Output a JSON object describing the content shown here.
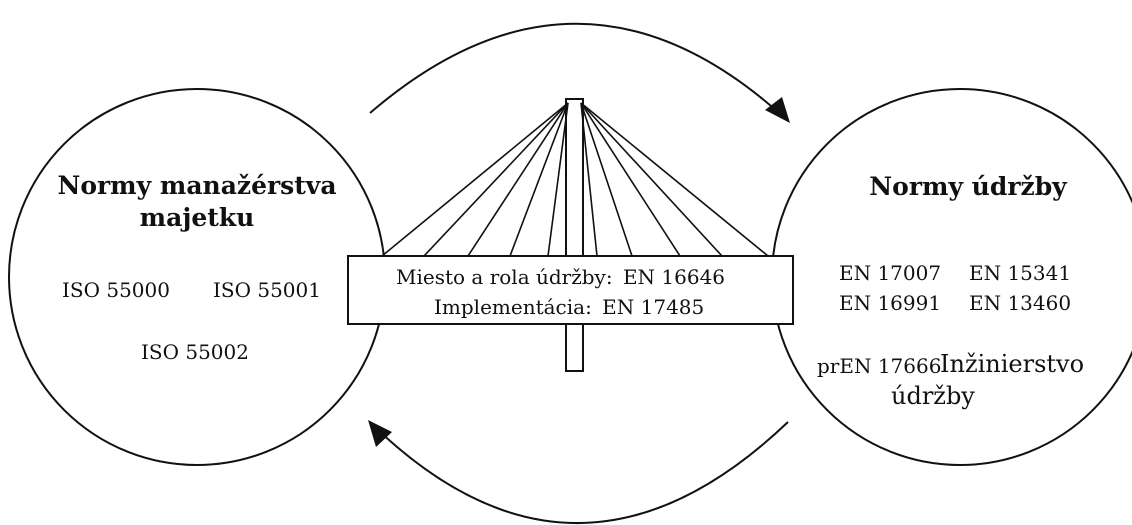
{
  "left_circle": {
    "title_line1": "Normy manažérstva",
    "title_line2": "majetku",
    "norm_a": "ISO 55000",
    "norm_b": "ISO 55001",
    "norm_c": "ISO 55002"
  },
  "right_circle": {
    "title": "Normy údržby",
    "norm_a": "EN 17007",
    "norm_b": "EN 15341",
    "norm_c": "EN 16991",
    "norm_d": "EN 13460",
    "pr_code": "prEN 17666",
    "pr_label_line1": "Inžinierstvo",
    "pr_label_line2": "údržby"
  },
  "bridge_deck": {
    "line1_label": "Miesto a rola údržby:",
    "line1_norm": "EN 16646",
    "line2_label": "Implementácia:",
    "line2_norm": "EN 17485"
  },
  "colors": {
    "stroke": "#111111",
    "background": "#ffffff"
  },
  "icons": {
    "top_arrow": "arrow-clockwise-icon",
    "bottom_arrow": "arrow-return-icon"
  }
}
